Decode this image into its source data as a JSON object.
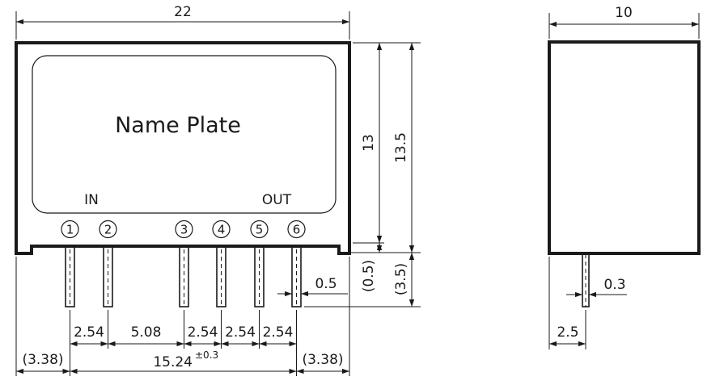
{
  "front_view": {
    "name_plate": "Name Plate",
    "in_label": "IN",
    "out_label": "OUT",
    "pins": [
      "1",
      "2",
      "3",
      "4",
      "5",
      "6"
    ]
  },
  "dimensions": {
    "total_width": "22",
    "body_height": "13",
    "overall_height": "13.5",
    "standoff": "(0.5)",
    "pin_length": "(3.5)",
    "pin_width": "0.5",
    "pitch_1_2": "2.54",
    "pitch_2_3": "5.08",
    "pitch_3_4": "2.54",
    "pitch_4_5": "2.54",
    "pitch_5_6": "2.54",
    "left_margin": "(3.38)",
    "pin_span": "15.24",
    "pin_span_tolerance": "±0.3",
    "right_margin": "(3.38)"
  },
  "side_view": {
    "depth": "10",
    "pin_thickness": "0.3",
    "pin_offset": "2.5"
  }
}
